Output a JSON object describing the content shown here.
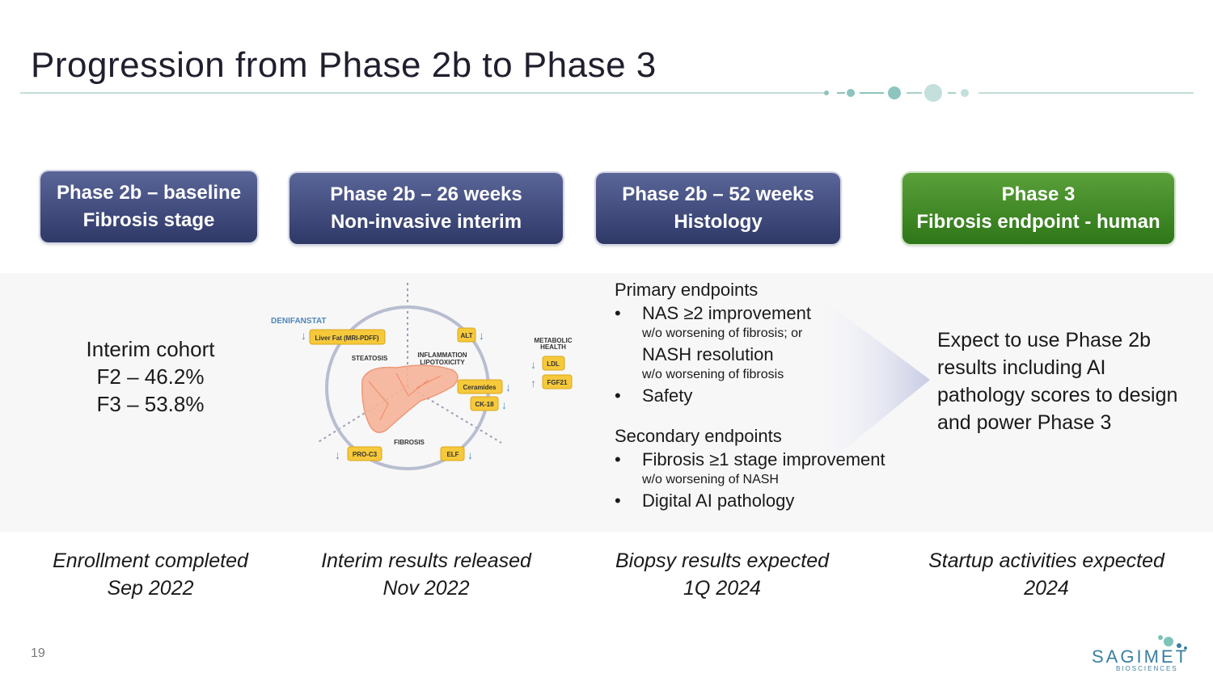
{
  "title": "Progression from Phase 2b to Phase 3",
  "colors": {
    "phase2b_box": "#3d4878",
    "phase3_box": "#3f8a25",
    "accent_teal": "#6fb7b0",
    "band": "#f7f7f8"
  },
  "stages": [
    {
      "line1": "Phase 2b – baseline",
      "line2": "Fibrosis stage"
    },
    {
      "line1": "Phase 2b – 26 weeks",
      "line2": "Non-invasive interim"
    },
    {
      "line1": "Phase 2b – 52 weeks",
      "line2": "Histology"
    },
    {
      "line1": "Phase 3",
      "line2": "Fibrosis endpoint - human"
    }
  ],
  "cohort": {
    "heading": "Interim cohort",
    "f2": "F2 – 46.2%",
    "f3": "F3 – 53.8%"
  },
  "diagram": {
    "denifanstat": "DENIFANSTAT",
    "liver_fat": "Liver Fat (MRI-PDFF)",
    "alt": "ALT",
    "steatosis": "STEATOSIS",
    "inflammation_1": "INFLAMMATION",
    "inflammation_2": "LIPOTOXICITY",
    "metabolic_1": "METABOLIC",
    "metabolic_2": "HEALTH",
    "ldl": "LDL",
    "fgf21": "FGF21",
    "ceramides": "Ceramides",
    "ck18": "CK-18",
    "fibrosis": "FIBROSIS",
    "proc3": "PRO-C3",
    "elf": "ELF"
  },
  "endpoints": {
    "primary_heading": "Primary endpoints",
    "primary_1": "NAS ≥2 improvement",
    "primary_1_sub": "w/o worsening of fibrosis; or",
    "primary_1b": "NASH resolution",
    "primary_1b_sub": "w/o worsening of fibrosis",
    "primary_2": "Safety",
    "secondary_heading": "Secondary endpoints",
    "secondary_1": "Fibrosis ≥1 stage improvement",
    "secondary_1_sub": "w/o worsening of NASH",
    "secondary_2": "Digital AI pathology"
  },
  "expect_text": "Expect to use Phase 2b results including AI pathology scores to design and power Phase 3",
  "milestones": [
    {
      "line1": "Enrollment completed",
      "line2": "Sep 2022"
    },
    {
      "line1": "Interim results released",
      "line2": "Nov 2022"
    },
    {
      "line1": "Biopsy results expected",
      "line2": "1Q 2024"
    },
    {
      "line1": "Startup activities expected",
      "line2": "2024"
    }
  ],
  "page_number": "19",
  "logo": {
    "name": "SAGIMET",
    "sub": "BIOSCIENCES"
  }
}
